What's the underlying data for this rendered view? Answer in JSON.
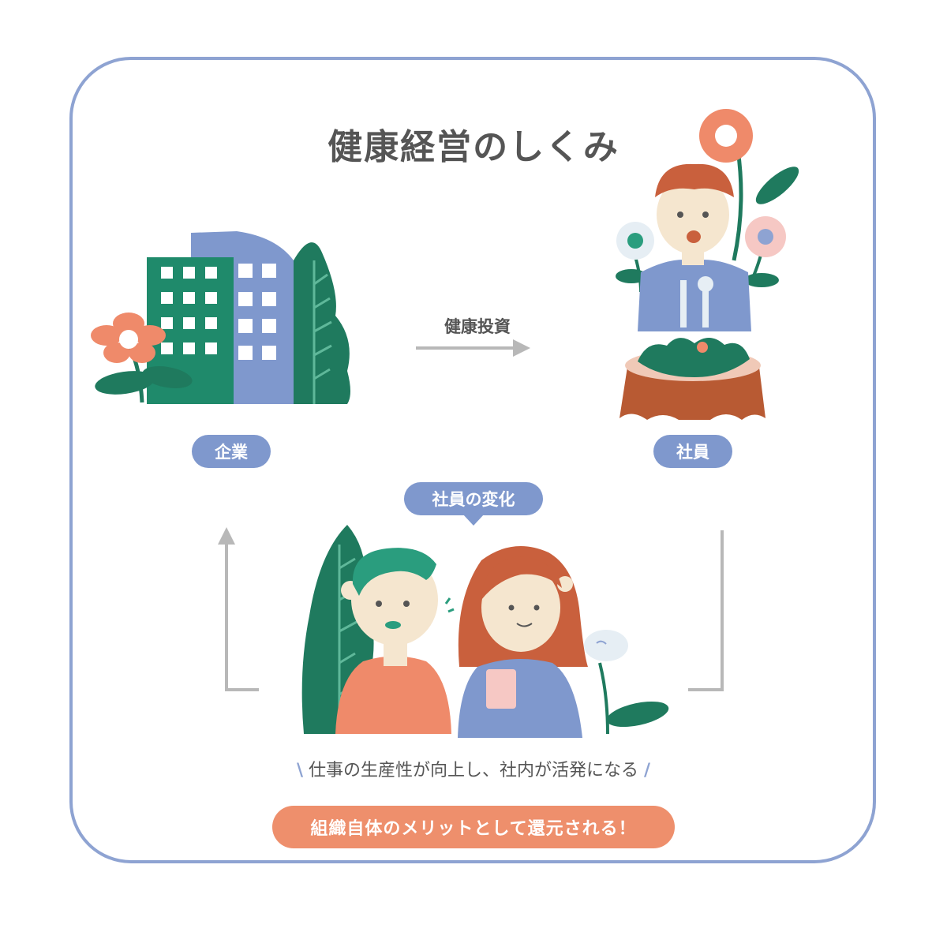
{
  "title": "健康経営のしくみ",
  "nodes": {
    "company": "企業",
    "employee": "社員",
    "change": "社員の変化"
  },
  "arrow_label": "健康投資",
  "summary": "仕事の生産性が向上し、社内が活発になる",
  "result": "組織自体のメリットとして還元される！",
  "colors": {
    "frame": "#8ea3d2",
    "pill_blue": "#7f98cd",
    "pill_orange": "#ee8f6c",
    "green_dark": "#1f8a6b",
    "teal": "#2a9d7e",
    "blue_building": "#7f98cd",
    "hair_brown": "#c9603d",
    "skin": "#f5e6cf",
    "orange_flower": "#ef8a6a"
  },
  "icons": [
    "building-illustration",
    "employee-illustration",
    "colleagues-illustration",
    "flower-icon",
    "arrow-right-icon",
    "arrow-up-icon"
  ]
}
